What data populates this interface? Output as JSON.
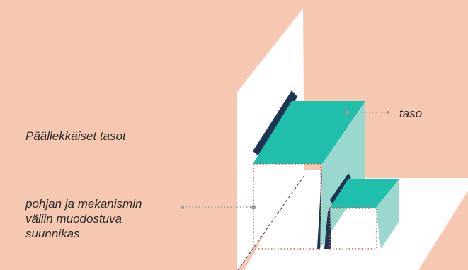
{
  "labels": {
    "title": "Päällekkäiset tasot",
    "parallelogram_line1": "pohjan ja mekanismin",
    "parallelogram_line2": "väliin muodostuva",
    "parallelogram_line3": "suunnikas",
    "plane": "taso"
  },
  "colors": {
    "background": "#f6c8b2",
    "base_plane": "#ffffff",
    "layer_top": "#1fbfab",
    "layer_side": "#9ad8cf",
    "layer_edge": "#1c3652",
    "dotted_outline": "#d0605a",
    "leader_line": "#9a9a9a"
  }
}
